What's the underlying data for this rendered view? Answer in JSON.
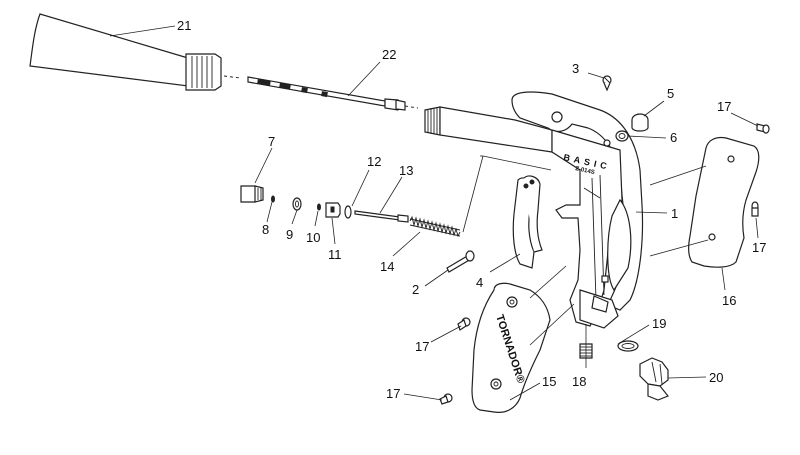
{
  "callouts": {
    "c1": "1",
    "c2": "2",
    "c3": "3",
    "c4": "4",
    "c5": "5",
    "c6": "6",
    "c7": "7",
    "c8": "8",
    "c9": "9",
    "c10": "10",
    "c11": "11",
    "c12": "12",
    "c13": "13",
    "c14": "14",
    "c15": "15",
    "c16": "16",
    "c17": "17",
    "c18": "18",
    "c19": "19",
    "c20": "20",
    "c21": "21",
    "c22": "22"
  },
  "body_text": {
    "model": "BASIC",
    "code": "Z-014S"
  },
  "grip_text": {
    "brand": "TORNADOR®"
  },
  "colors": {
    "ink": "#222222",
    "background": "#ffffff"
  }
}
